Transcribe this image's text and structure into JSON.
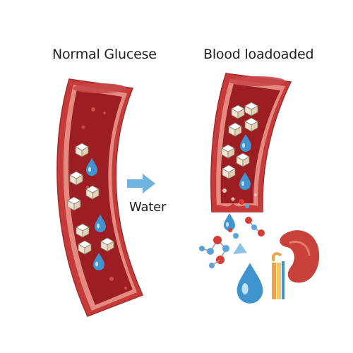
{
  "labels": {
    "left_title": "Normal Glucese",
    "right_title": "Blood loadoaded",
    "arrow_label": "Water"
  },
  "colors": {
    "vessel_outer": "#c63a3a",
    "vessel_wall": "#e58a80",
    "vessel_lumen": "#9c1e22",
    "arrow": "#6fb3df",
    "water_drop": "#3f93cf",
    "sugar_cube": "#fbf4e6",
    "kidney": "#c8423a",
    "oxygen_atom": "#d83a34",
    "hydrogen_atom": "#5aa3dd"
  },
  "icons": [
    "blood-vessel-normal",
    "blood-vessel-loaded",
    "sugar-cube-icon",
    "water-drop-icon",
    "right-arrow-icon",
    "water-molecule-icon",
    "kidney-icon"
  ]
}
